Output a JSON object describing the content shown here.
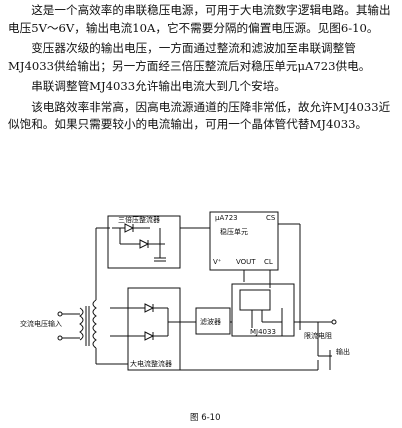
{
  "paragraphs": [
    "这是一个高效率的串联稳压电源，可用于大电流数字逻辑电路。其输出电压5V～6V，输出电流10A，它不需要分隔的偏置电压源。见图6-10。",
    "变压器次级的输出电压，一方面通过整流和滤波加至串联调整管MJ4033供给输出；另一方面经三倍压整流后对稳压单元μA723供电。",
    "串联调整管MJ4033允许输出电流大到几个安培。",
    "该电路效率非常高，因高电流源通道的压降非常低，故允许MJ4033近似饱和。如果只需要较小的电流输出，可用一个晶体管代替MJ4033。"
  ],
  "diagram": {
    "labels": {
      "input": "交流电压输入",
      "tripler": "三倍压整流器",
      "regulator_chip": "μA723",
      "regulator_unit": "稳压单元",
      "vplus": "V⁺",
      "vout": "VOUT",
      "cl": "CL",
      "cs": "CS",
      "rectifier": "大电流整流器",
      "filter": "滤波器",
      "transistor": "MJ4033",
      "current_limit": "限流电阻",
      "output": "输出"
    },
    "caption": "图 6-10"
  }
}
